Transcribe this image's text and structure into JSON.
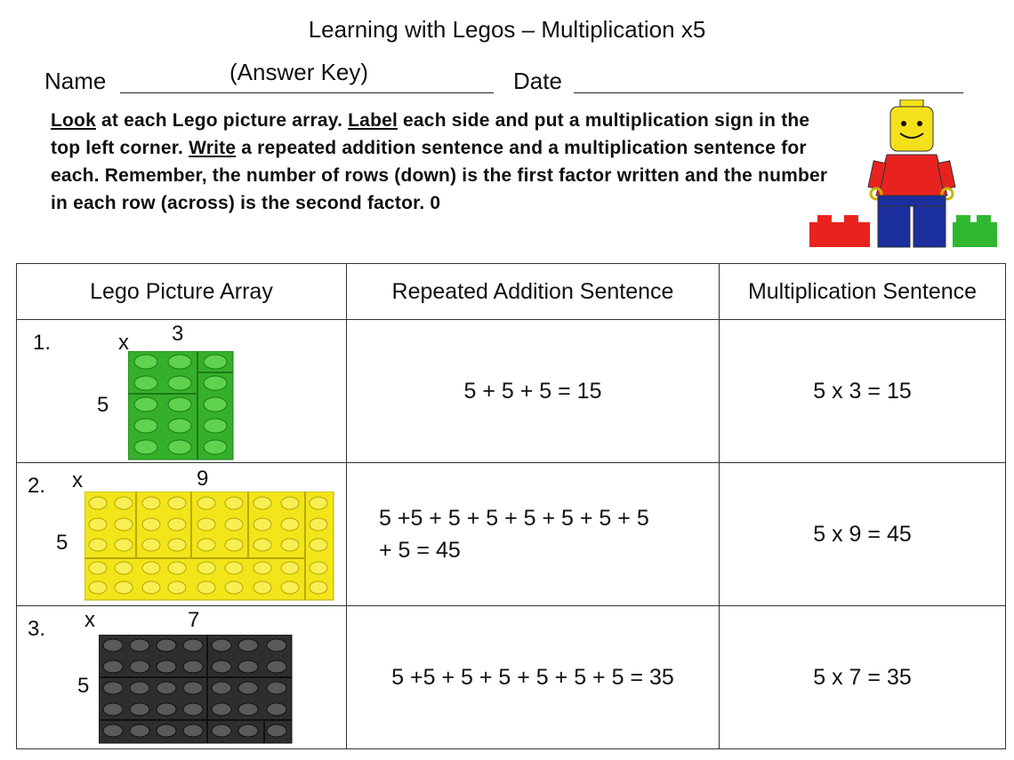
{
  "header": {
    "title": "Learning with Legos – Multiplication x5",
    "name_label": "Name",
    "answer_key": "(Answer Key)",
    "date_label": "Date"
  },
  "instructions": {
    "look": "Look",
    "t1": " at each Lego picture array. ",
    "label": "Label",
    "t2": " each side and put a multiplication sign in the top left corner. ",
    "write": "Write",
    "t3": " a repeated addition sentence and a multiplication  sentence for each. Remember, the number of rows (down) is the first factor written and the number in each row (across) is the second factor. 0"
  },
  "table": {
    "headers": [
      "Lego Picture Array",
      "Repeated Addition Sentence",
      "Multiplication Sentence"
    ],
    "rows": [
      {
        "index": "1.",
        "x_mark": "x",
        "across": "3",
        "down": "5",
        "color": "#35b02a",
        "addition": "5 + 5 + 5 = 15",
        "multiplication": "5 x 3 = 15"
      },
      {
        "index": "2.",
        "x_mark": "x",
        "across": "9",
        "down": "5",
        "color": "#f2e51a",
        "addition_line1": "5 +5 + 5 + 5 + 5 + 5 + 5 + 5",
        "addition_line2": "+ 5 = 45",
        "multiplication": "5 x 9 = 45"
      },
      {
        "index": "3.",
        "x_mark": "x",
        "across": "7",
        "down": "5",
        "color": "#2e2e2e",
        "addition": "5 +5 + 5 + 5 + 5 + 5 + 5 = 35",
        "multiplication": "5 x 7 = 35"
      }
    ]
  },
  "colors": {
    "lego_red": "#e8231f",
    "lego_green": "#2fb82f",
    "lego_yellow": "#f5e11b",
    "lego_blue": "#1b2f9e"
  }
}
